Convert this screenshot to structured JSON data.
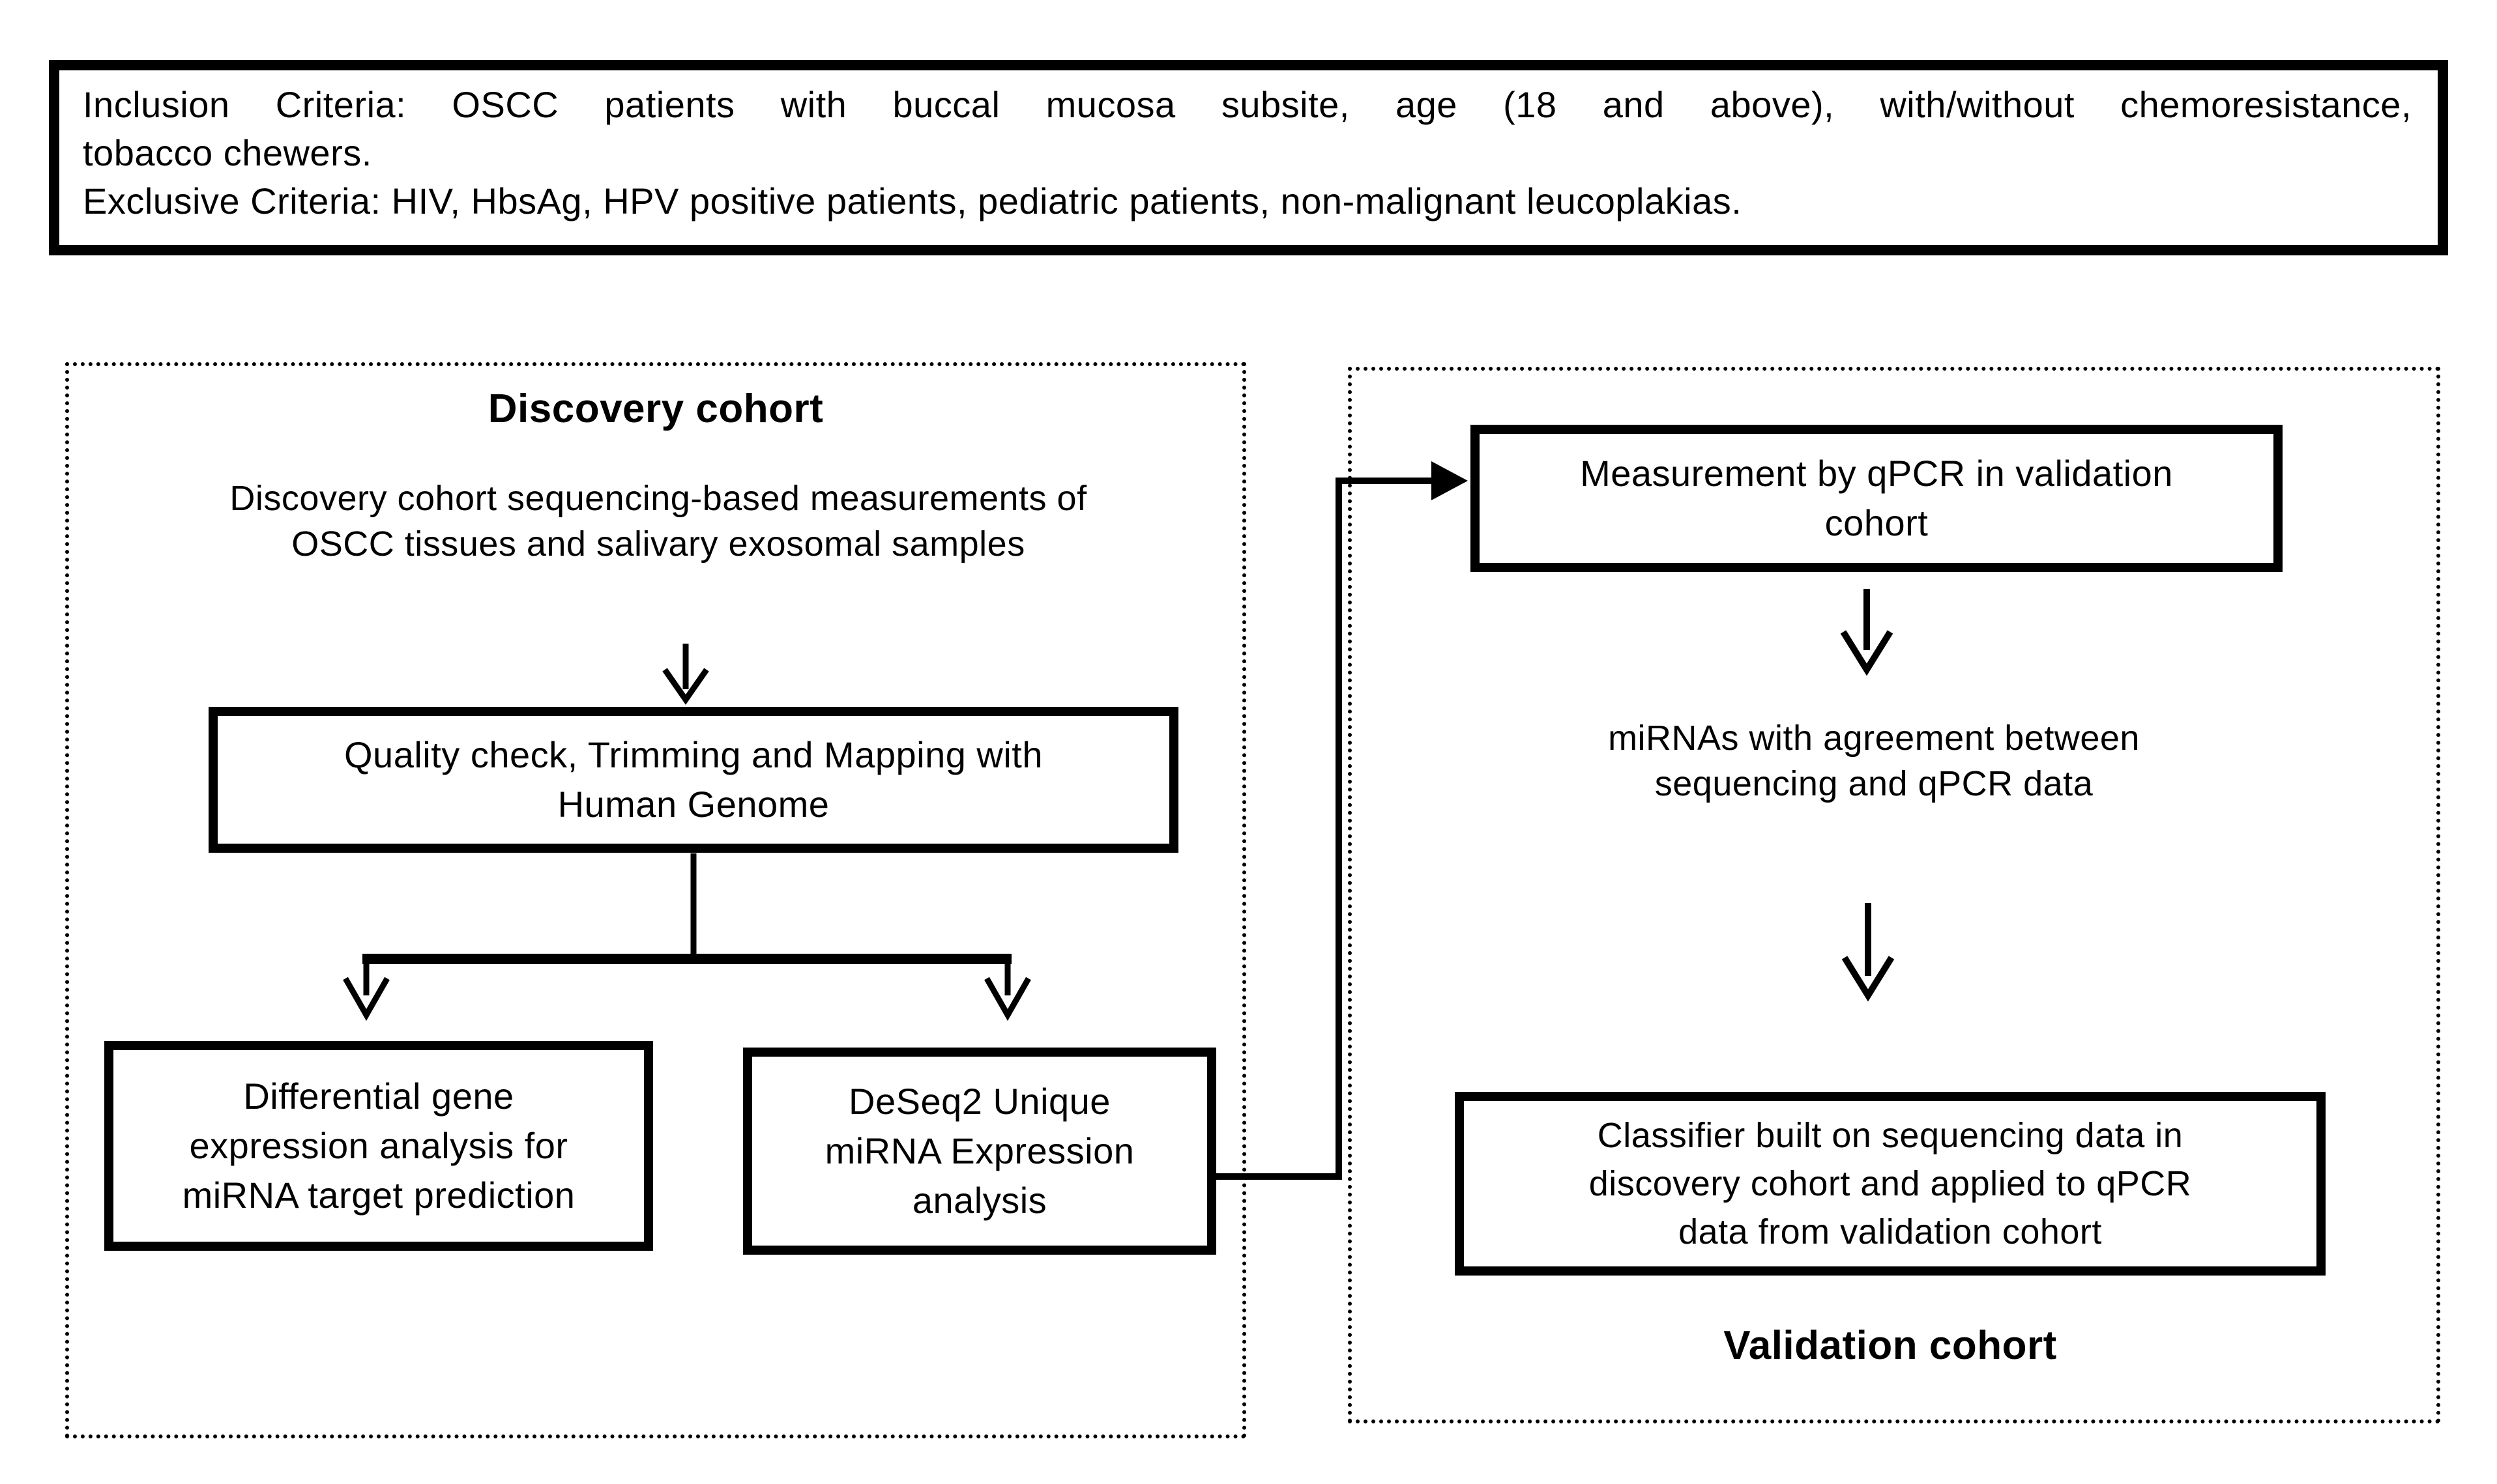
{
  "criteria": {
    "lines": [
      "Inclusion Criteria: OSCC patients with buccal mucosa subsite, age (18 and above), with/without chemoresistance,",
      "tobacco chewers.",
      "Exclusive Criteria: HIV, HbsAg, HPV positive patients, pediatric patients, non-malignant leucoplakias."
    ]
  },
  "discovery": {
    "title": "Discovery cohort",
    "intro_lines": [
      "Discovery cohort sequencing-based measurements of",
      "OSCC tissues and salivary exosomal samples"
    ],
    "quality_lines": [
      "Quality check, Trimming and Mapping with",
      "Human Genome"
    ],
    "diff_lines": [
      "Differential gene",
      "expression analysis for",
      "miRNA target prediction"
    ],
    "deseq_lines": [
      "DeSeq2 Unique",
      "miRNA Expression",
      "analysis"
    ]
  },
  "validation": {
    "title": "Validation cohort",
    "measurement_lines": [
      "Measurement by qPCR in validation",
      "cohort"
    ],
    "agreement_lines": [
      "miRNAs with agreement between",
      "sequencing and qPCR data"
    ],
    "classifier_lines": [
      "Classifier built on sequencing data in",
      "discovery cohort and applied to qPCR",
      "data from validation cohort"
    ]
  },
  "colors": {
    "ink": "#000000",
    "background": "#ffffff"
  }
}
